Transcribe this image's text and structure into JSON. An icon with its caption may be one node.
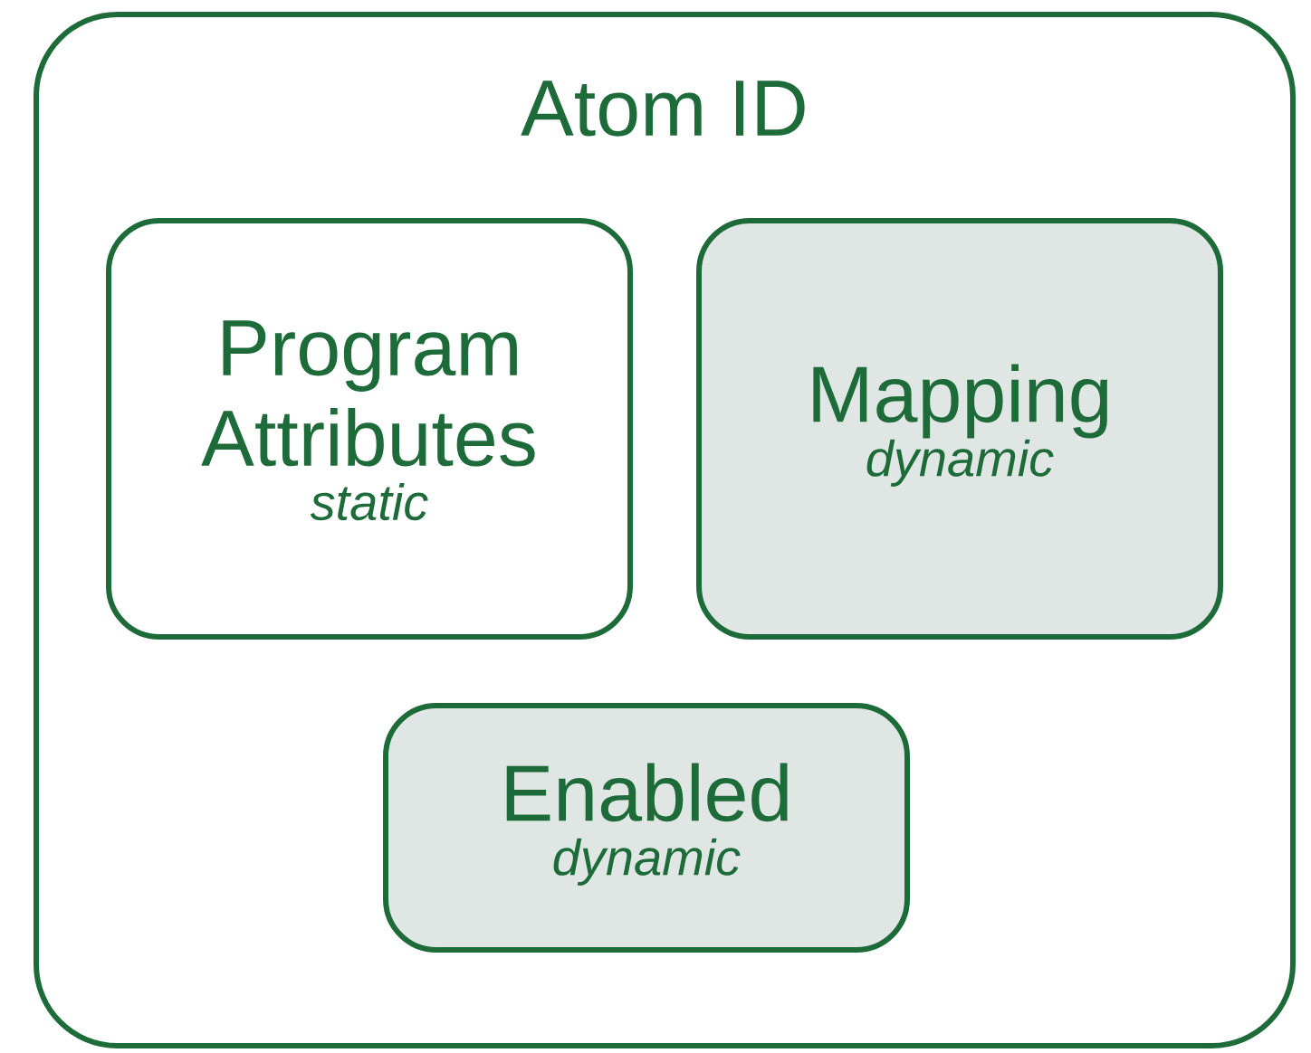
{
  "diagram": {
    "nodes": [
      {
        "text": [
          "Atom ID"
        ]
      },
      {
        "text": [
          "Program Attributes",
          "static"
        ],
        "in": 0
      },
      {
        "text": [
          "Mapping",
          "dynamic"
        ],
        "in": 0
      },
      {
        "text": [
          "Enabled",
          "dynamic"
        ],
        "in": 0
      }
    ]
  }
}
